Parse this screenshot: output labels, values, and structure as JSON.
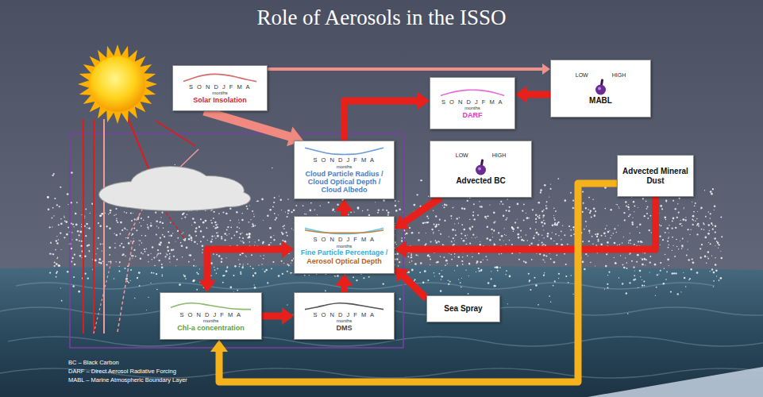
{
  "diagram": {
    "title": "Role of Aerosols in the ISSO",
    "nodes": [
      {
        "text": [
          "S O N D J F M A",
          "months",
          "Solar Insolation"
        ]
      },
      {
        "text": [
          "S O N D J F M A",
          "months",
          "DARF"
        ]
      },
      {
        "text": [
          "LOW",
          "HIGH",
          "MABL"
        ]
      },
      {
        "text": [
          "S O N D J F M A",
          "months",
          "Cloud Particle Radius / Cloud Optical Depth / Cloud Albedo"
        ]
      },
      {
        "text": [
          "LOW",
          "HIGH",
          "Advected BC"
        ]
      },
      {
        "text": [
          "Advected Mineral Dust"
        ]
      },
      {
        "text": [
          "S O N D J F M A",
          "months",
          "Fine Particle Percentage /",
          "Aerosol Optical Depth"
        ]
      },
      {
        "text": [
          "S O N D J F M A",
          "months",
          "Chl-a concentration"
        ]
      },
      {
        "text": [
          "S O N D J F M A",
          "months",
          "DMS"
        ]
      },
      {
        "text": [
          "Sea Spray"
        ]
      }
    ],
    "edges": [
      {
        "from": 0,
        "to": 2,
        "arrow": "to"
      },
      {
        "from": 0,
        "to": 3,
        "arrow": "to"
      },
      {
        "from": 3,
        "to": 1,
        "arrow": "to"
      },
      {
        "from": 2,
        "to": 1,
        "arrow": "to"
      },
      {
        "from": 4,
        "to": 6,
        "arrow": "to"
      },
      {
        "from": 6,
        "to": 3,
        "arrow": "to"
      },
      {
        "from": 5,
        "to": 6,
        "arrow": "to"
      },
      {
        "from": 5,
        "to": 7,
        "arrow": "to"
      },
      {
        "from": 6,
        "to": 7,
        "arrow": "both"
      },
      {
        "from": 7,
        "to": 8,
        "arrow": "to"
      },
      {
        "from": 8,
        "to": 6,
        "arrow": "to"
      },
      {
        "from": 9,
        "to": 6,
        "arrow": "to"
      }
    ],
    "labels": [
      "BC – Black Carbon",
      "DARF – Direct Aerosol Radiative Forcing",
      "MABL – Marine Atmospheric Boundary Layer"
    ]
  }
}
